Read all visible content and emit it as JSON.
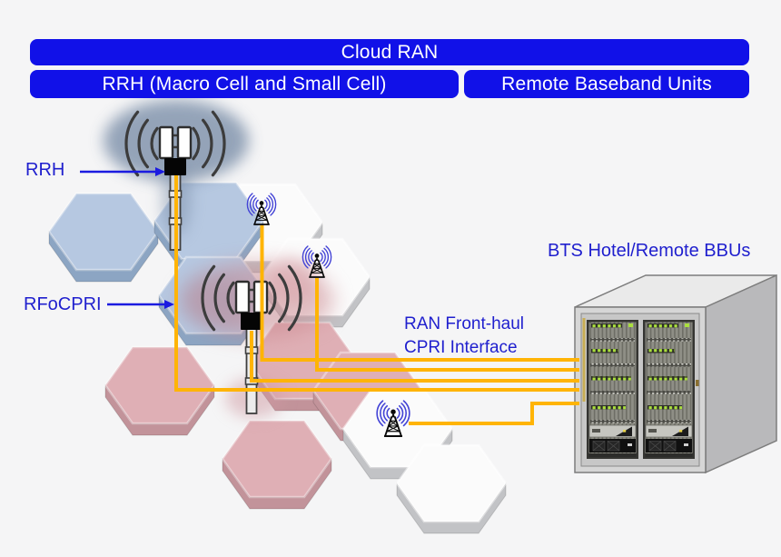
{
  "banners": {
    "cloud_ran": "Cloud RAN",
    "rrh_row": "RRH (Macro Cell and Small Cell)",
    "remote_bbu": "Remote Baseband Units"
  },
  "labels": {
    "rrh": "RRH",
    "rfocpri": "RFoCPRI",
    "fronthaul_line1": "RAN Front-haul",
    "fronthaul_line2": "CPRI Interface",
    "bts_hotel": "BTS Hotel/Remote BBUs"
  },
  "diagram": {
    "macro_cells": 2,
    "small_cells": 3,
    "cpri_links": 5,
    "cabinet": "BTS Hotel rack with two BBU bays"
  },
  "colors": {
    "background": "#f5f5f6",
    "banner": "#1111e8",
    "banner-text": "#ffffff",
    "label-text": "#1f1fce",
    "arrow-blue": "#1b1be0",
    "cable": "#ffb405",
    "hex-blue": "#b6c8e1",
    "hex-blue-side": "#8ca5c3",
    "hex-pink": "#dfafb5",
    "hex-pink-side": "#c2939a",
    "hex-white": "#fbfbfb",
    "hex-white-side": "#c2c3c6",
    "cabinet-front": "#d6d6d6",
    "cabinet-top": "#eaeaea",
    "cabinet-side": "#b9b9bb",
    "antenna-dark": "#3c3c3c",
    "smallcell-blue": "#4343d6",
    "led-green": "#aadf3e"
  }
}
